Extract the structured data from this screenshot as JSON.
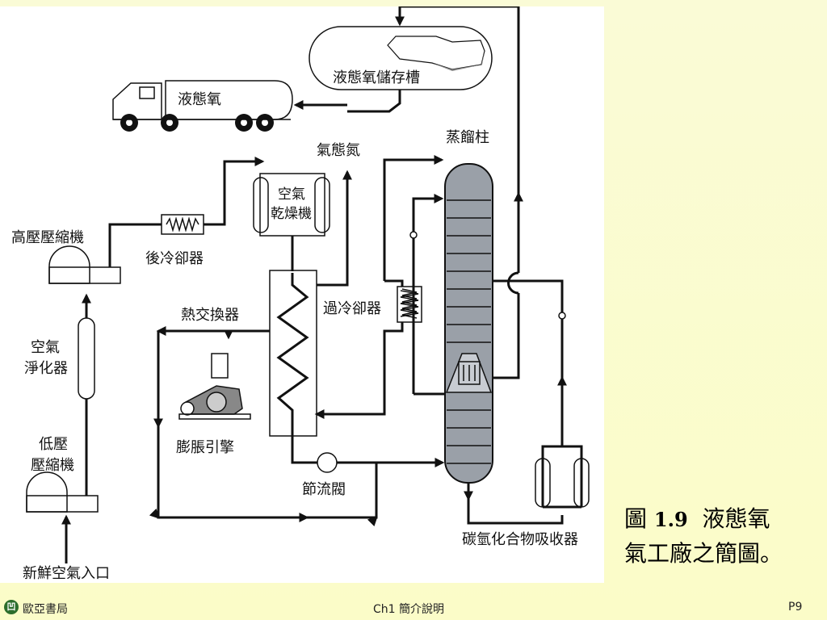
{
  "diagram": {
    "labels": {
      "lox_tank": "液態氧儲存槽",
      "truck": "液態氧",
      "gas_nitrogen": "氣態氮",
      "distillation_column": "蒸餾柱",
      "air_dryer_line1": "空氣",
      "air_dryer_line2": "乾燥機",
      "hp_compressor": "高壓壓縮機",
      "aftercooler": "後冷卻器",
      "subcooler": "過冷卻器",
      "heat_exchanger": "熱交換器",
      "purifier_line1": "空氣",
      "purifier_line2": "淨化器",
      "expansion_engine": "膨脹引擎",
      "lp_compressor_line1": "低壓",
      "lp_compressor_line2": "壓縮機",
      "throttle_valve": "節流閥",
      "co2_absorber": "碳氫化合物吸收器",
      "fresh_air_inlet": "新鮮空氣入口"
    }
  },
  "caption": {
    "prefix": "圖 ",
    "number": "1.9",
    "title_line1": "液態氧",
    "title_line2": "氣工廠之簡圖。"
  },
  "footer": {
    "publisher": "歐亞書局",
    "chapter": "Ch1 簡介說明",
    "page": "P9"
  }
}
